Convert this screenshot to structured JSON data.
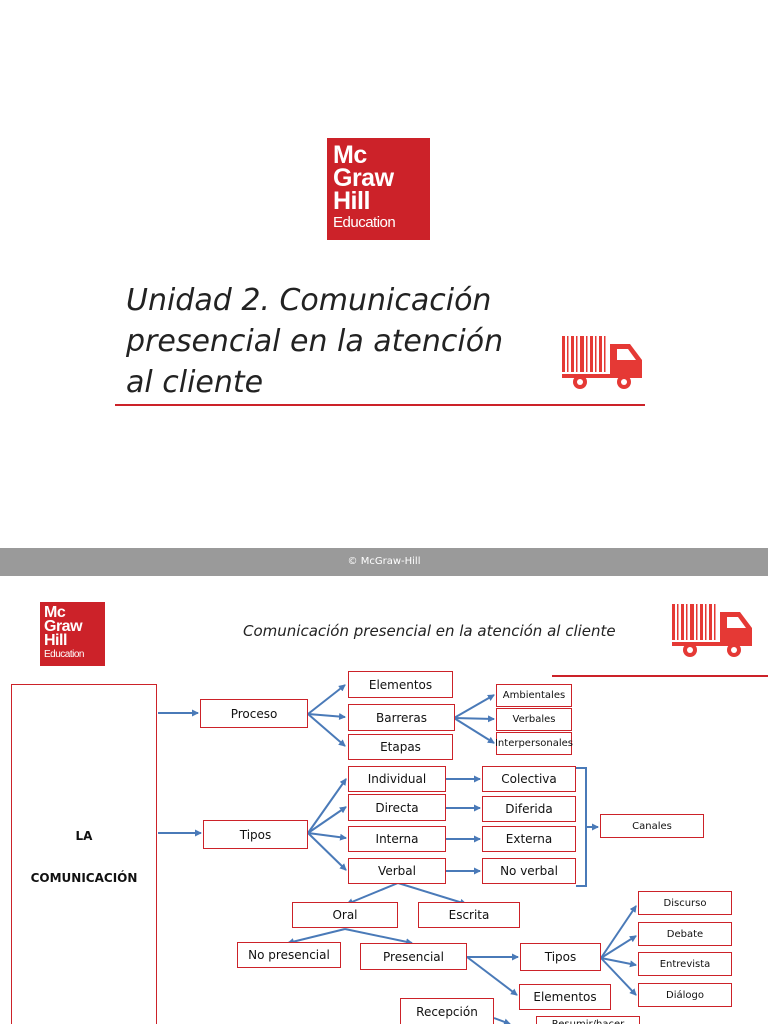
{
  "slide1": {
    "logo": {
      "line1": "Mc",
      "line2": "Graw",
      "line3": "Hill",
      "line4": "Education"
    },
    "title_lines": [
      "Unidad 2. Comunicación",
      "presencial en la atención",
      "al cliente"
    ]
  },
  "footer": {
    "copyright": "© McGraw-Hill"
  },
  "slide2": {
    "logo": {
      "line1": "Mc",
      "line2": "Graw",
      "line3": "Hill",
      "line4": "Education"
    },
    "title": "Comunicación presencial en la atención al cliente",
    "root": {
      "line1": "LA",
      "line2": "COMUNICACIÓN"
    },
    "nodes": {
      "proceso": "Proceso",
      "elementos1": "Elementos",
      "barreras": "Barreras",
      "etapas": "Etapas",
      "ambientales": "Ambientales",
      "verbales": "Verbales",
      "interpersonales": "Interpersonales",
      "tipos1": "Tipos",
      "individual": "Individual",
      "directa": "Directa",
      "interna": "Interna",
      "verbal": "Verbal",
      "colectiva": "Colectiva",
      "diferida": "Diferida",
      "externa": "Externa",
      "no_verbal": "No verbal",
      "canales": "Canales",
      "oral": "Oral",
      "escrita": "Escrita",
      "no_presencial": "No presencial",
      "presencial": "Presencial",
      "tipos2": "Tipos",
      "elementos2": "Elementos",
      "discurso": "Discurso",
      "debate": "Debate",
      "entrevista": "Entrevista",
      "dialogo": "Diálogo",
      "recepcion": "Recepción",
      "resumir_partial": "Resumir/hacer"
    }
  },
  "colors": {
    "brand_red": "#cc2229",
    "connector_blue": "#4a7ab8",
    "footer_gray": "#9a9a9a"
  }
}
